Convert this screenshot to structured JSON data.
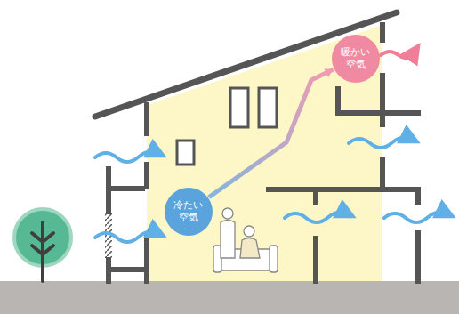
{
  "diagram": {
    "nodes": [
      {
        "text": [
          "冷たい 空気"
        ]
      },
      {
        "text": [
          "暖かい 空気"
        ]
      }
    ],
    "edges": [
      {
        "from": 0,
        "to": 1,
        "arrow": "to"
      }
    ]
  }
}
